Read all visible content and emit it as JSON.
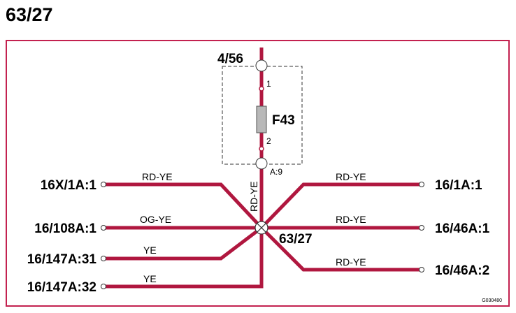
{
  "title": "63/27",
  "colors": {
    "frame": "#c3214f",
    "wire": "#b0173f",
    "fuse": "#b8b8b8"
  },
  "top_connector": "4/56",
  "fuse": {
    "name": "F43",
    "pin_top": "1",
    "pin_bottom": "2"
  },
  "connector_a9": "A:9",
  "splice": "63/27",
  "vertical_wire": "RD-YE",
  "left_ends": [
    {
      "terminal": "16X/1A:1",
      "wire": "RD-YE"
    },
    {
      "terminal": "16/108A:1",
      "wire": "OG-YE"
    },
    {
      "terminal": "16/147A:31",
      "wire": "YE"
    },
    {
      "terminal": "16/147A:32",
      "wire": "YE"
    }
  ],
  "right_ends": [
    {
      "terminal": "16/1A:1",
      "wire": "RD-YE"
    },
    {
      "terminal": "16/46A:1",
      "wire": "RD-YE"
    },
    {
      "terminal": "16/46A:2",
      "wire": "RD-YE"
    }
  ],
  "drawing_code": "G030480"
}
